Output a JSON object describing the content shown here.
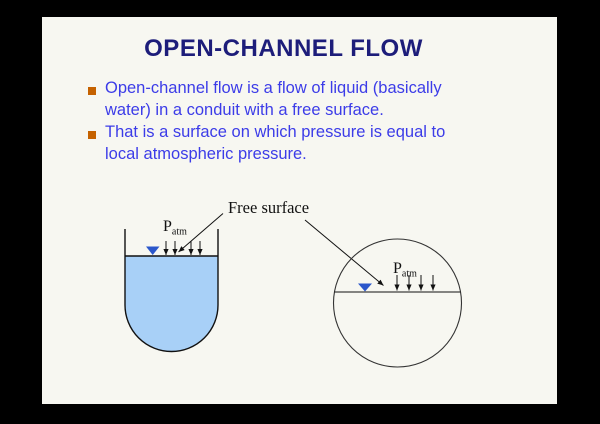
{
  "slide": {
    "title": "OPEN-CHANNEL FLOW",
    "bullets": [
      {
        "lines": [
          "Open-channel flow is a flow of liquid (basically",
          "water) in a conduit with a free surface."
        ]
      },
      {
        "lines": [
          "That is a surface on which pressure is equal to",
          "local atmospheric pressure."
        ]
      }
    ],
    "diagram": {
      "free_surface_label": "Free surface",
      "pressure_symbol": "P",
      "pressure_subscript": "atm"
    },
    "colors": {
      "canvas_border": "#000000",
      "slide_background": "#f7f7f1",
      "title_text": "#1d1d7a",
      "body_text": "#3c3ce8",
      "bullet_marker": "#c56200",
      "water_fill": "#a8d0f7",
      "level_marker": "#2b57cb",
      "diagram_line": "#111111"
    }
  }
}
